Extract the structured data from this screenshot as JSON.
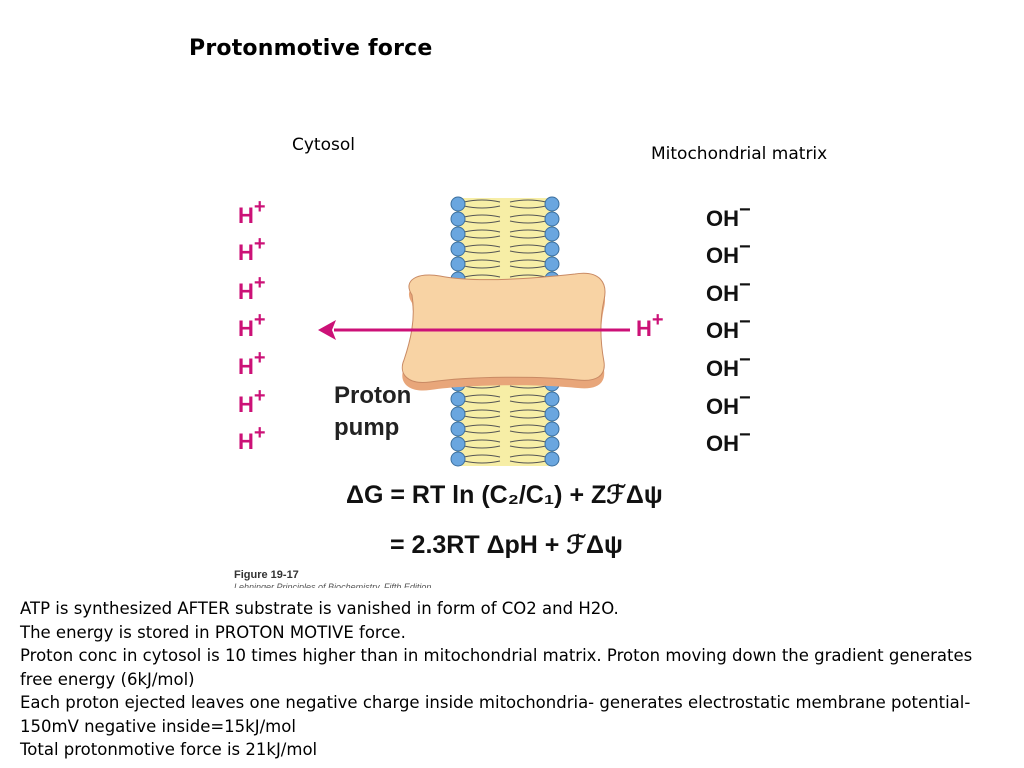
{
  "title": "Protonmotive force",
  "labels": {
    "cytosol": "Cytosol",
    "matrix": "Mitochondrial matrix",
    "pump_line1": "Proton",
    "pump_line2": "pump"
  },
  "ions": {
    "h": "H",
    "h_charge": "+",
    "oh": "OH",
    "oh_charge": "−"
  },
  "equation": {
    "line1": "ΔG = RT ln (C₂/C₁) + ZℱΔψ",
    "line2": "= 2.3RT ΔpH + ℱΔψ"
  },
  "figure": {
    "caption": "Figure 19-17",
    "source": "Lehninger Principles of Biochemistry, Fifth Edition"
  },
  "notes": [
    "ATP is synthesized AFTER substrate is vanished in form of CO2 and H2O.",
    "The energy is stored in PROTON MOTIVE force.",
    "Proton conc in cytosol is 10 times higher than in mitochondrial matrix. Proton moving down the gradient generates free energy (6kJ/mol)",
    "Each proton ejected leaves one negative charge inside mitochondria- generates electrostatic membrane potential- 150mV negative inside=15kJ/mol",
    "Total protonmotive force is 21kJ/mol"
  ],
  "colors": {
    "proton": "#cc1177",
    "lipid_head": "#6aa6df",
    "membrane_core": "#f7eea6",
    "pump": "#f8d3a4"
  }
}
